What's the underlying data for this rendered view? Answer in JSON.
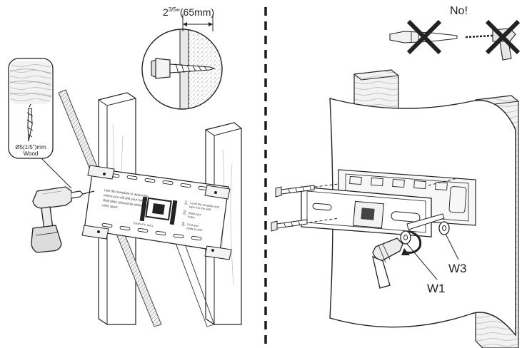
{
  "left_panel": {
    "depth_callout": {
      "whole": "2",
      "fraction": "3/5",
      "suffix": "\"(65mm)"
    },
    "drill_bit_callout": {
      "size": "Ø5(1/5\")mm",
      "material": "Wood"
    },
    "template_sheet": {
      "instruction_lines": [
        "Use this template to determine",
        "where you will drill your holes.",
        "Wall plate (should be either 1 L",
        "units apart."
      ],
      "step_1": "1.",
      "step_1_text": "Level this template and",
      "step_1_text_2": "tape it to the wall.",
      "step_2": "2.",
      "step_2_text": "Mark your",
      "step_2_text_2": "holes.",
      "step_3": "3.",
      "step_3_text": "Find and",
      "step_3_text_2": "ready to drill.",
      "footer": "TEMPLATE WALL"
    }
  },
  "right_panel": {
    "warning": "No!",
    "labels": {
      "washer_w1": "W1",
      "washer_w3": "W3"
    }
  },
  "colors": {
    "line": "#222222",
    "divider": "#1a1a1a",
    "wall_fill": "#f5f5f5",
    "wood_fill": "#e8e8e8",
    "tool_fill": "#dcdcdc",
    "tape_fill": "#efefef",
    "sheet_fill": "#ffffff"
  }
}
